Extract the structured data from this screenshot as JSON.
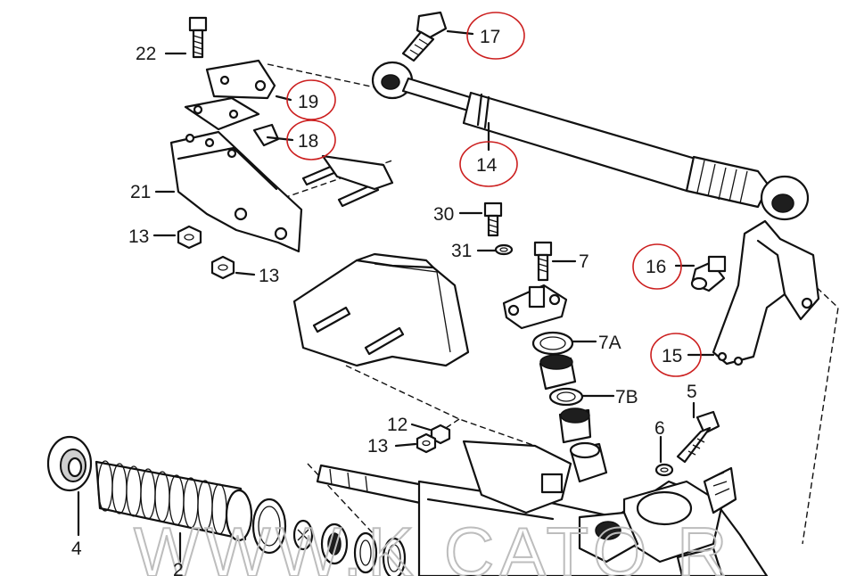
{
  "diagram": {
    "highlight_color": "#cc1f1f",
    "watermark": "WWW.K  CATO  R",
    "callouts": [
      {
        "id": "22",
        "label": "22",
        "circled": false
      },
      {
        "id": "17",
        "label": "17",
        "circled": true
      },
      {
        "id": "19",
        "label": "19",
        "circled": true
      },
      {
        "id": "18",
        "label": "18",
        "circled": true
      },
      {
        "id": "14",
        "label": "14",
        "circled": true
      },
      {
        "id": "21",
        "label": "21",
        "circled": false
      },
      {
        "id": "13a",
        "label": "13",
        "circled": false
      },
      {
        "id": "13b",
        "label": "13",
        "circled": false
      },
      {
        "id": "30",
        "label": "30",
        "circled": false
      },
      {
        "id": "31",
        "label": "31",
        "circled": false
      },
      {
        "id": "7",
        "label": "7",
        "circled": false
      },
      {
        "id": "16",
        "label": "16",
        "circled": true
      },
      {
        "id": "7A",
        "label": "7A",
        "circled": false
      },
      {
        "id": "15",
        "label": "15",
        "circled": true
      },
      {
        "id": "7B",
        "label": "7B",
        "circled": false
      },
      {
        "id": "5",
        "label": "5",
        "circled": false
      },
      {
        "id": "12",
        "label": "12",
        "circled": false
      },
      {
        "id": "13c",
        "label": "13",
        "circled": false
      },
      {
        "id": "6",
        "label": "6",
        "circled": false
      },
      {
        "id": "4",
        "label": "4",
        "circled": false
      },
      {
        "id": "2",
        "label": "2",
        "circled": false
      }
    ]
  }
}
